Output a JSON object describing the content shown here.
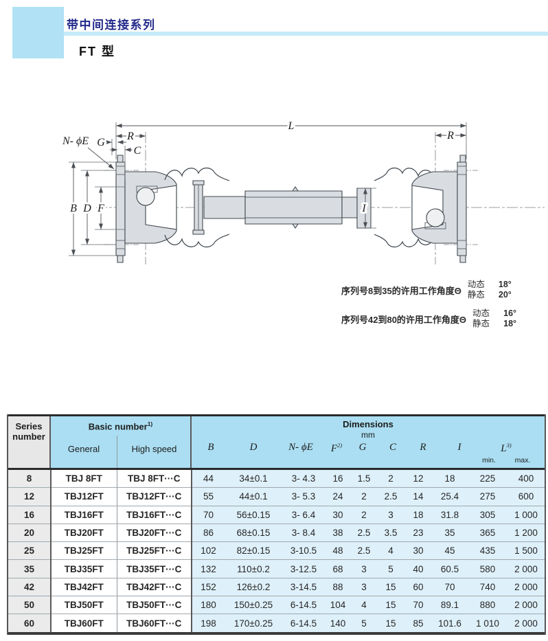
{
  "header": {
    "series_title": "带中间连接系列",
    "type_title": "FT 型"
  },
  "drawing": {
    "labels": {
      "L": "L",
      "R_left": "R",
      "R_right": "R",
      "C": "C",
      "G": "G",
      "N_phi_E": "N- ϕE",
      "B": "B",
      "D": "D",
      "F": "F",
      "I": "I"
    }
  },
  "notes": [
    {
      "text": "序列号8到35的许用工作角度Θ",
      "dynamic_label": "动态",
      "dynamic_value": "18°",
      "static_label": "静态",
      "static_value": "20°"
    },
    {
      "text": "序列号42到80的许用工作角度Θ",
      "dynamic_label": "动态",
      "dynamic_value": "16°",
      "static_label": "静态",
      "static_value": "18°"
    }
  ],
  "table": {
    "series_header": "Series number",
    "basic_header": "Basic number",
    "basic_sup": "1)",
    "col_general": "General",
    "col_high_speed": "High speed",
    "dimensions_header": "Dimensions",
    "unit": "mm",
    "dim_cols": {
      "B": "B",
      "D": "D",
      "N_phi_E": "N- ϕE",
      "F": "F",
      "F_sup": "2)",
      "G": "G",
      "C": "C",
      "R": "R",
      "I": "I",
      "L": "L",
      "L_sup": "3)",
      "min": "min.",
      "max": "max."
    },
    "rows": [
      {
        "series": "8",
        "general": "TBJ 8FT",
        "high_speed": "TBJ 8FT···C",
        "dims": [
          "44",
          "34±0.1",
          "3- 4.3",
          "16",
          "1.5",
          "2",
          "12",
          "18",
          "225",
          "400"
        ]
      },
      {
        "series": "12",
        "general": "TBJ12FT",
        "high_speed": "TBJ12FT···C",
        "dims": [
          "55",
          "44±0.1",
          "3- 5.3",
          "24",
          "2",
          "2.5",
          "14",
          "25.4",
          "275",
          "600"
        ]
      },
      {
        "series": "16",
        "general": "TBJ16FT",
        "high_speed": "TBJ16FT···C",
        "dims": [
          "70",
          "56±0.15",
          "3- 6.4",
          "30",
          "2",
          "3",
          "18",
          "31.8",
          "305",
          "1 000"
        ]
      },
      {
        "series": "20",
        "general": "TBJ20FT",
        "high_speed": "TBJ20FT···C",
        "dims": [
          "86",
          "68±0.15",
          "3- 8.4",
          "38",
          "2.5",
          "3.5",
          "23",
          "35",
          "365",
          "1 200"
        ]
      },
      {
        "series": "25",
        "general": "TBJ25FT",
        "high_speed": "TBJ25FT···C",
        "dims": [
          "102",
          "82±0.15",
          "3-10.5",
          "48",
          "2.5",
          "4",
          "30",
          "45",
          "435",
          "1 500"
        ]
      },
      {
        "series": "35",
        "general": "TBJ35FT",
        "high_speed": "TBJ35FT···C",
        "dims": [
          "132",
          "110±0.2",
          "3-12.5",
          "68",
          "3",
          "5",
          "40",
          "60.5",
          "580",
          "2 000"
        ]
      },
      {
        "series": "42",
        "general": "TBJ42FT",
        "high_speed": "TBJ42FT···C",
        "dims": [
          "152",
          "126±0.2",
          "3-14.5",
          "88",
          "3",
          "15",
          "60",
          "70",
          "740",
          "2 000"
        ]
      },
      {
        "series": "50",
        "general": "TBJ50FT",
        "high_speed": "TBJ50FT···C",
        "dims": [
          "180",
          "150±0.25",
          "6-14.5",
          "104",
          "4",
          "15",
          "70",
          "89.1",
          "880",
          "2 000"
        ]
      },
      {
        "series": "60",
        "general": "TBJ60FT",
        "high_speed": "TBJ60FT···C",
        "dims": [
          "198",
          "170±0.25",
          "6-14.5",
          "140",
          "5",
          "15",
          "85",
          "101.6",
          "1 010",
          "2 000"
        ]
      }
    ]
  }
}
